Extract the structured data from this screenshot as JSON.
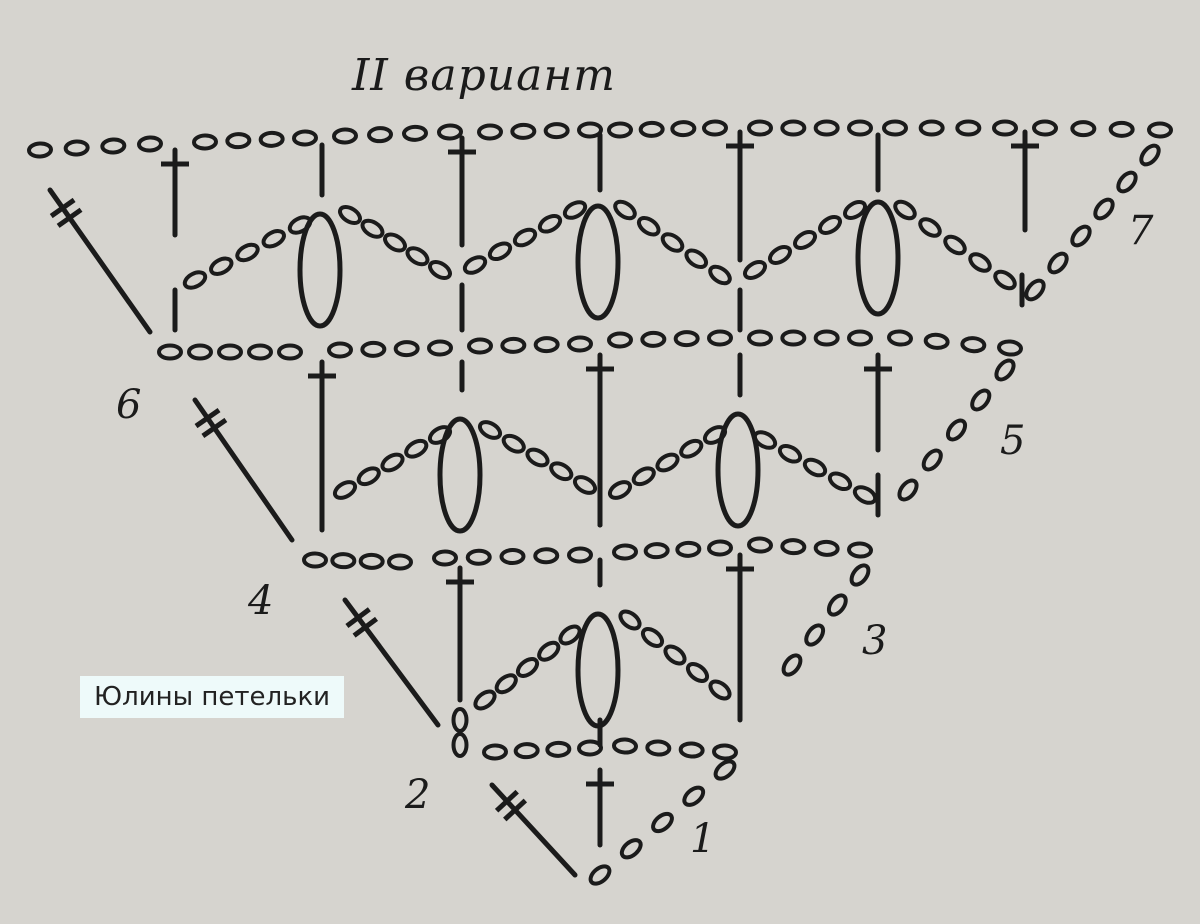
{
  "diagram": {
    "title": "II вариант",
    "row_labels": {
      "r1": "1",
      "r2": "2",
      "r3": "3",
      "r4": "4",
      "r5": "5",
      "r6": "6",
      "r7": "7"
    },
    "watermark": "Юлины петельки",
    "ink_color": "#1b1b1b",
    "paper_color": "#d6d4cf"
  }
}
